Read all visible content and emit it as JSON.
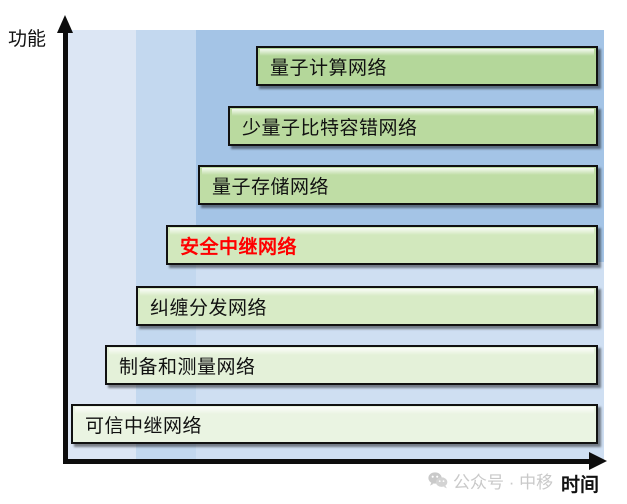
{
  "diagram": {
    "type": "staircase-roadmap",
    "y_axis_label": "功能",
    "x_axis_label": "时间",
    "background_bands": [
      {
        "name": "band-1",
        "color": "#dce6f4"
      },
      {
        "name": "band-2",
        "color": "#c3d8ef"
      },
      {
        "name": "band-3",
        "color": "#a4c4e6"
      },
      {
        "name": "band-4",
        "color": "#cfdff2"
      }
    ],
    "steps": [
      {
        "label": "可信中继网络",
        "level": 1,
        "fill": "#eaf4e2",
        "highlight": false
      },
      {
        "label": "制备和测量网络",
        "level": 2,
        "fill": "#e4f1d9",
        "highlight": false
      },
      {
        "label": "纠缠分发网络",
        "level": 3,
        "fill": "#d8ebc6",
        "highlight": false
      },
      {
        "label": "安全中继网络",
        "level": 4,
        "fill": "#d2e8bd",
        "highlight": true
      },
      {
        "label": "量子存储网络",
        "level": 5,
        "fill": "#bfdda5",
        "highlight": false
      },
      {
        "label": "少量子比特容错网络",
        "level": 6,
        "fill": "#bada9f",
        "highlight": false
      },
      {
        "label": "量子计算网络",
        "level": 7,
        "fill": "#b4d79a",
        "highlight": false
      }
    ],
    "highlight_color": "#ff0000",
    "box_border_color": "#111111"
  },
  "watermark": {
    "icon": "wechat-icon",
    "text": "公众号 · 中移"
  }
}
